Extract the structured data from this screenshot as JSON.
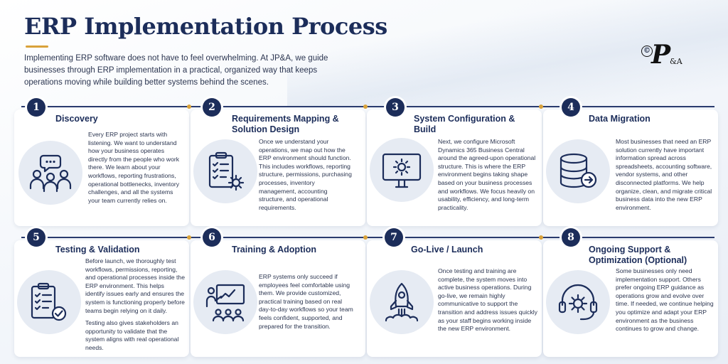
{
  "header": {
    "title": "ERP Implementation Process",
    "intro": "Implementing ERP software does not have to feel overwhelming. At JP&A, we guide businesses through ERP implementation in a practical, organized way that keeps operations moving while building better systems behind the scenes."
  },
  "logo": {
    "copyright": "©",
    "letter": "P",
    "amp": "&A"
  },
  "colors": {
    "navy": "#1c2d5a",
    "gold": "#d9a23a",
    "icon_bg": "#e6ebf3"
  },
  "steps": [
    {
      "number": "1",
      "title": "Discovery",
      "icon": "people-chat-icon",
      "description": "Every ERP project starts with listening. We want to understand how your business operates directly from the people who work there. We learn about your workflows, reporting frustrations, operational bottlenecks, inventory challenges, and all the systems your team currently relies on."
    },
    {
      "number": "2",
      "title": "Requirements Mapping & Solution Design",
      "icon": "clipboard-gear-icon",
      "description": "Once we understand your operations, we map out how the ERP environment should function. This includes workflows, reporting structure, permissions, purchasing processes, inventory management, accounting structure, and operational requirements."
    },
    {
      "number": "3",
      "title": "System Configuration & Build",
      "icon": "monitor-gear-icon",
      "description": "Next, we configure Microsoft Dynamics 365 Business Central around the agreed-upon operational structure. This is where the ERP environment begins taking shape based on your business processes and workflows. We focus heavily on usability, efficiency, and long-term practicality."
    },
    {
      "number": "4",
      "title": "Data Migration",
      "icon": "database-arrow-icon",
      "description": "Most businesses that need an ERP solution currently have important information spread across spreadsheets, accounting software, vendor systems, and other disconnected platforms. We help organize, clean, and migrate critical business data into the new ERP environment."
    },
    {
      "number": "5",
      "title": "Testing & Validation",
      "icon": "checklist-check-icon",
      "description": "Before launch, we thoroughly test workflows, permissions, reporting, and operational processes inside the ERP environment. This helps identify issues early and ensures the system is functioning properly before teams begin relying on it daily.",
      "description2": "Testing also gives stakeholders an opportunity to validate that the system aligns with real operational needs."
    },
    {
      "number": "6",
      "title": "Training & Adoption",
      "icon": "presentation-icon",
      "description": "ERP systems only succeed if employees feel comfortable using them. We provide customized, practical training based on real day-to-day workflows so your team feels confident, supported, and prepared for the transition."
    },
    {
      "number": "7",
      "title": "Go-Live / Launch",
      "icon": "rocket-icon",
      "description": "Once testing and training are complete, the system moves into active business operations. During go-live, we remain highly communicative to support the transition and address issues quickly as your staff begins working inside the new ERP environment."
    },
    {
      "number": "8",
      "title": "Ongoing Support & Optimization (Optional)",
      "icon": "headset-gear-icon",
      "description": "Some businesses only need implementation support. Others prefer ongoing ERP guidance as operations grow and evolve over time. If needed, we continue helping you optimize and adapt your ERP environment as the business continues to grow and change."
    }
  ]
}
